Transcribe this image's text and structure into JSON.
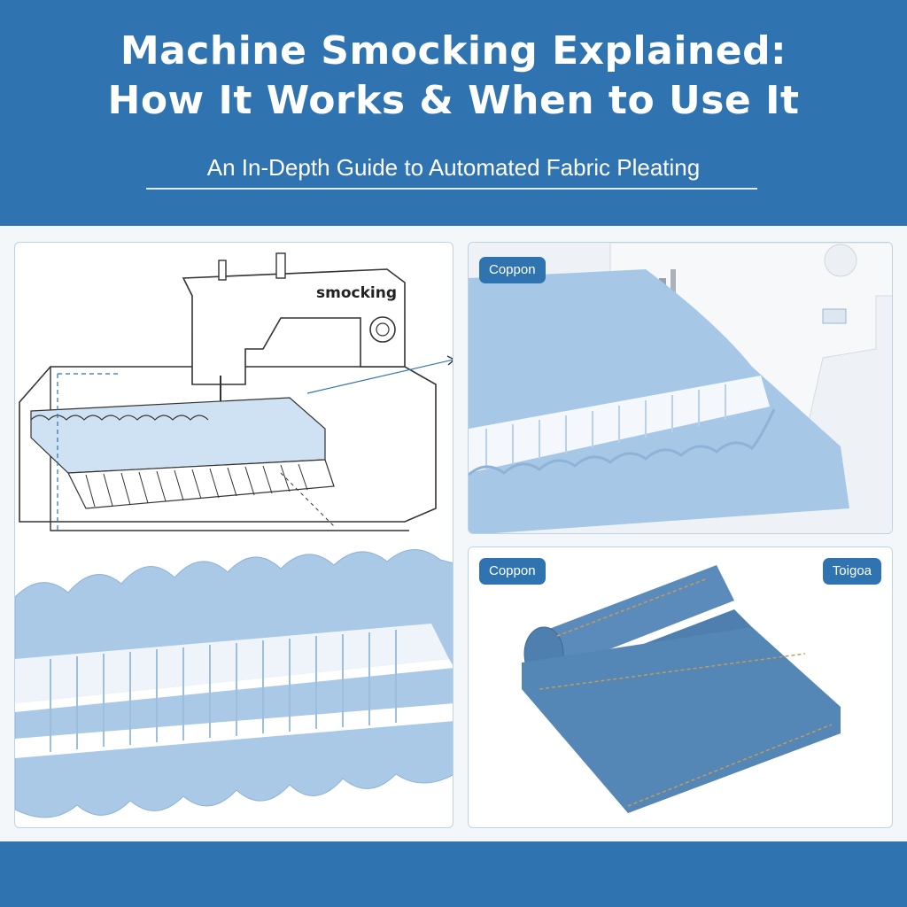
{
  "header": {
    "title_line1": "Machine Smocking Explained:",
    "title_line2": "How It Works & When to Use It",
    "subtitle": "An In-Depth Guide to Automated Fabric Pleating"
  },
  "diagram": {
    "machine_label": "smocking"
  },
  "photo_top": {
    "badge": "Coppon"
  },
  "photo_bottom": {
    "badge_left": "Coppon",
    "badge_right": "Toigoa"
  },
  "colors": {
    "brand_blue": "#2f73b0",
    "fabric_blue": "#a9c9e6",
    "denim_blue": "#4f7fae"
  }
}
